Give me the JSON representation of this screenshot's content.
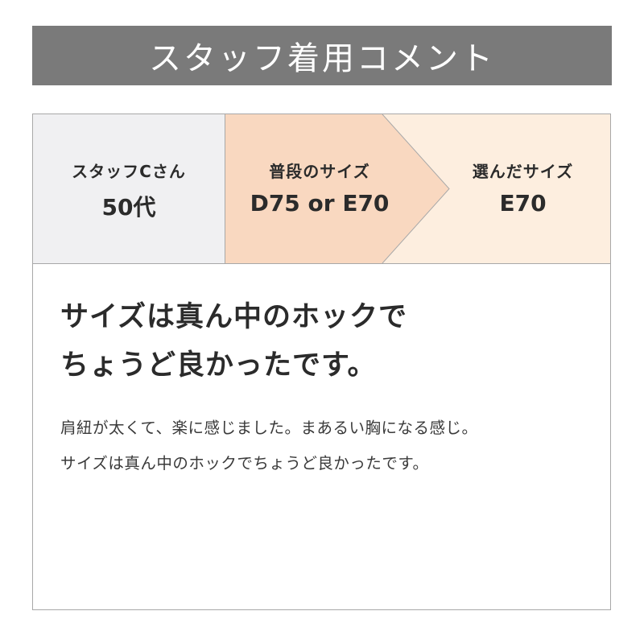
{
  "header": {
    "title": "スタッフ着用コメント"
  },
  "sizes": {
    "staff": {
      "label": "スタッフCさん",
      "value": "50代"
    },
    "usual": {
      "label": "普段のサイズ",
      "value": "D75 or E70"
    },
    "chosen": {
      "label": "選んだサイズ",
      "value": "E70"
    }
  },
  "comment": {
    "headline_lines": [
      "サイズは真ん中のホックで",
      "ちょうど良かったです。"
    ],
    "body_lines": [
      "肩紐が太くて、楽に感じました。まあるい胸になる感じ。",
      "サイズは真ん中のホックでちょうど良かったです。"
    ]
  },
  "colors": {
    "header_bg": "#7a7a7a",
    "staff_bg": "#f0f0f2",
    "usual_bg": "#f9d8c0",
    "chosen_bg": "#fdeedf",
    "border": "#a8a8a8"
  }
}
